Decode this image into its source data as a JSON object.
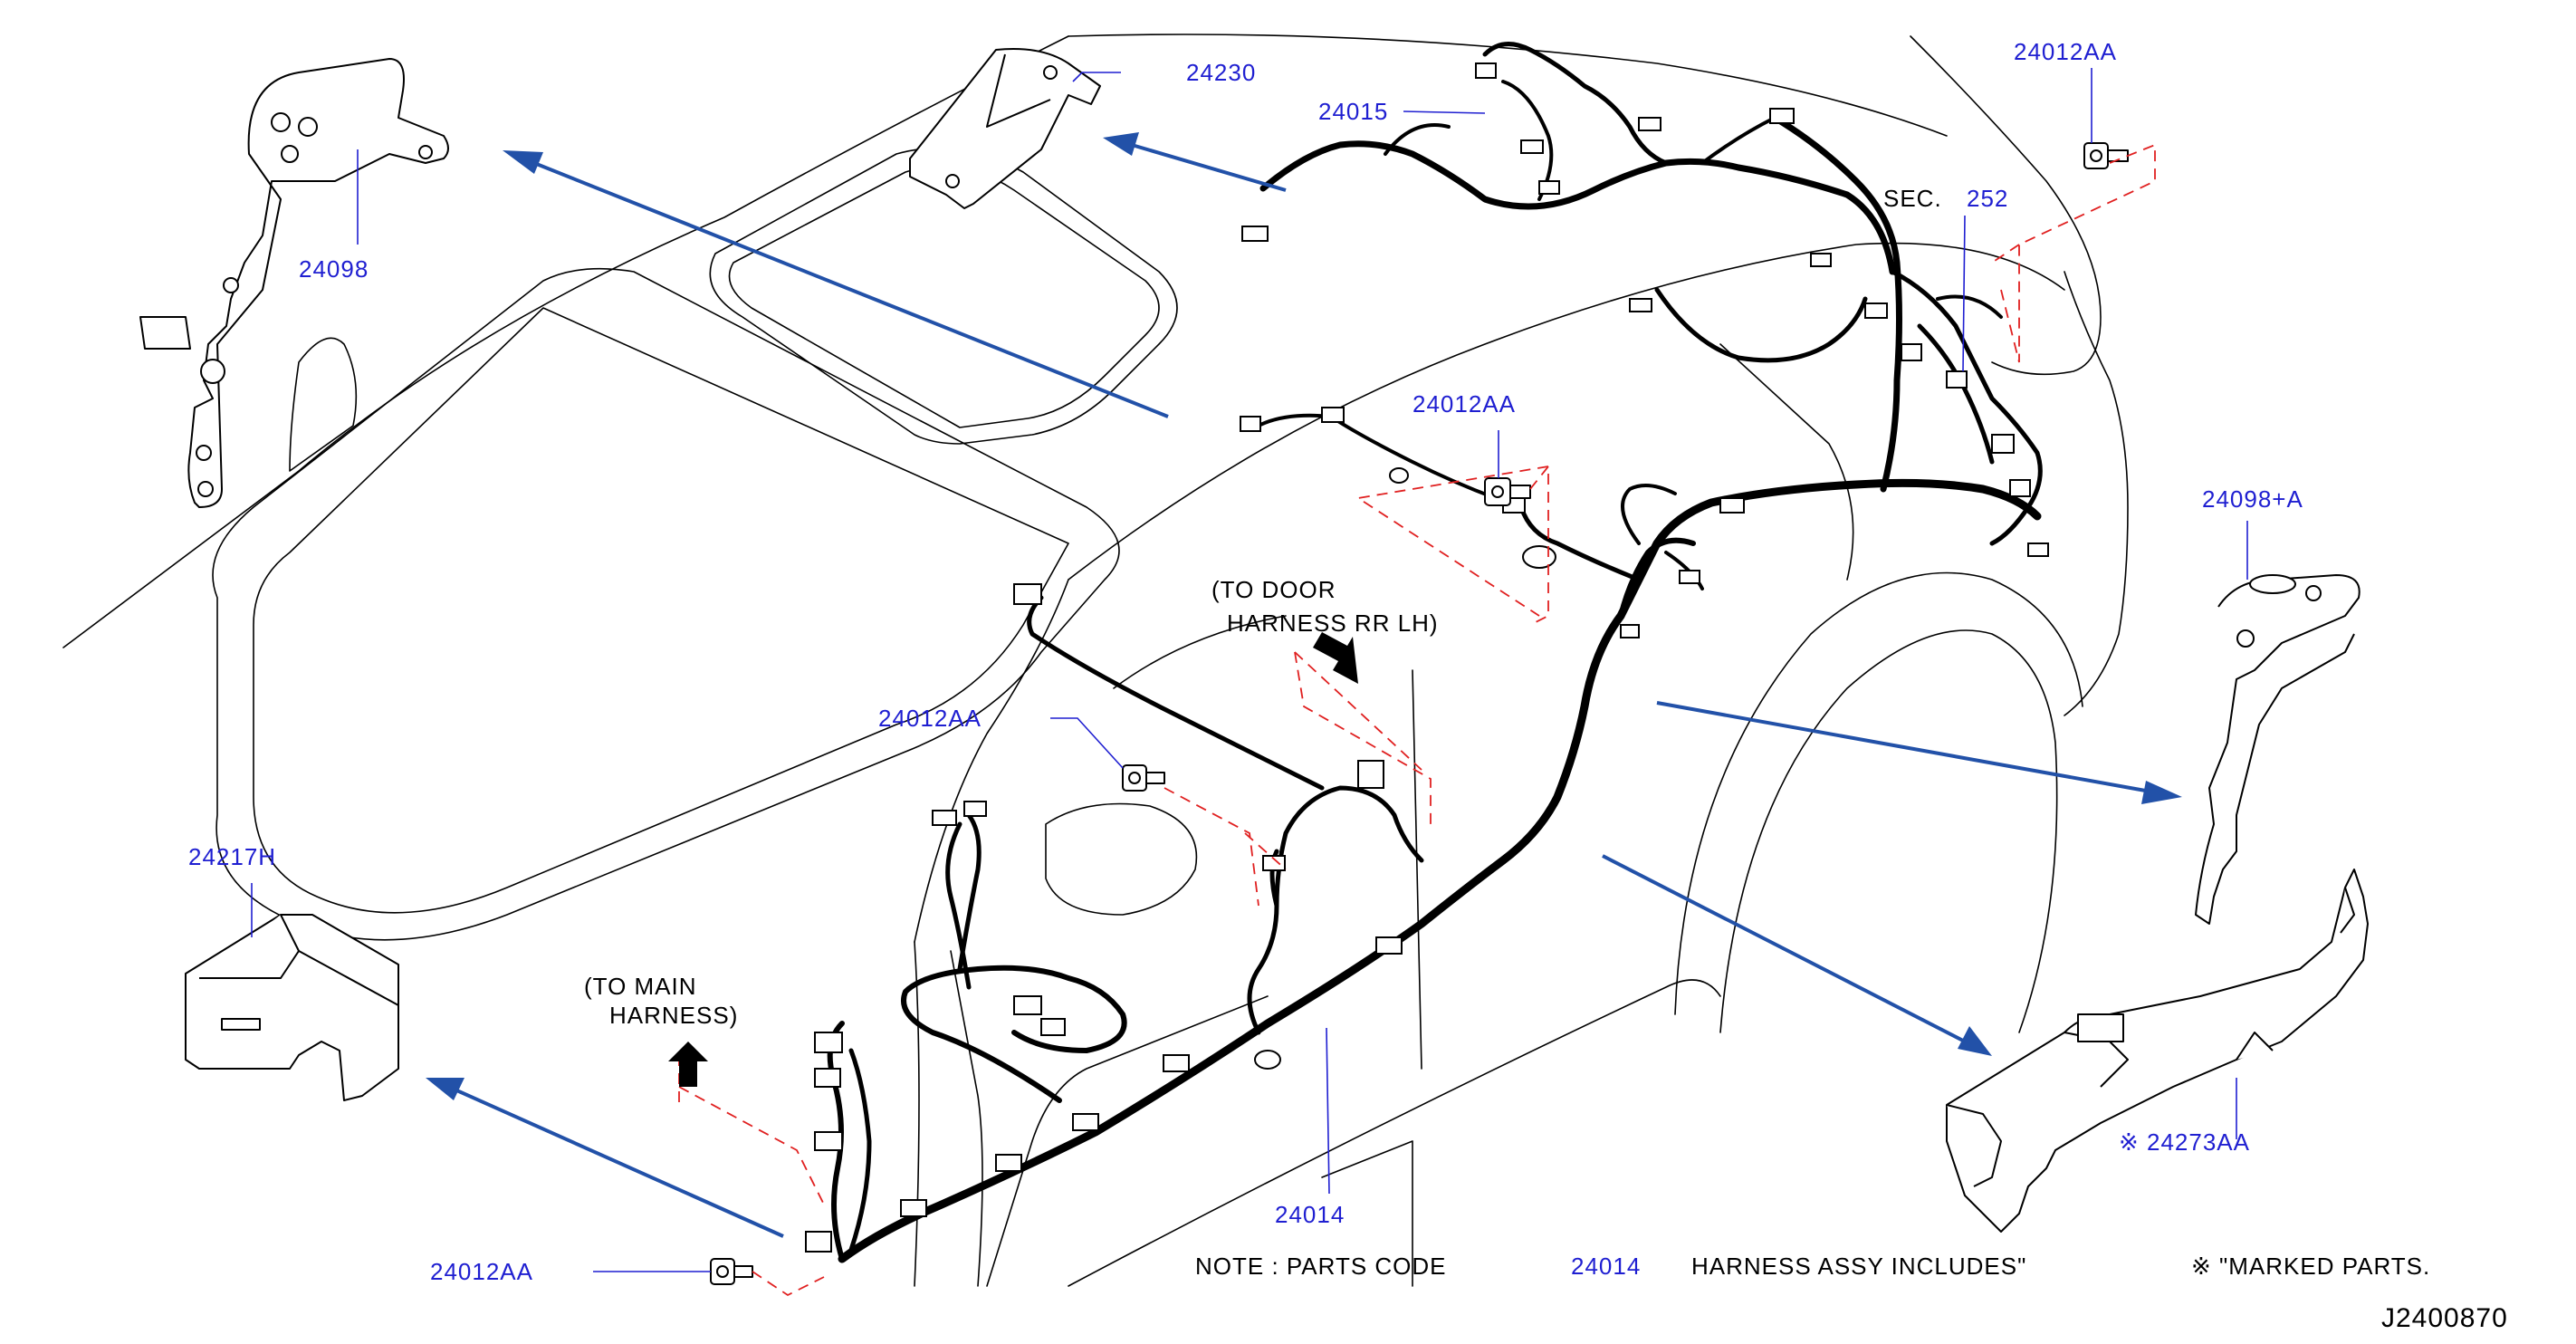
{
  "labels": {
    "p24230": "24230",
    "p24015": "24015",
    "p24012aa_top": "24012AA",
    "p24098": "24098",
    "sec_text": "SEC.",
    "sec_num": "252",
    "p24012aa_mid": "24012AA",
    "p24098a": "24098+A",
    "p24012aa_left": "24012AA",
    "p24217h": "24217H",
    "p24014": "24014",
    "p24273aa": "※ 24273AA",
    "p24012aa_bottom": "24012AA"
  },
  "notes": {
    "door_line1": "(TO  DOOR",
    "door_line2": "HARNESS  RR  LH)",
    "main_line1": "(TO  MAIN",
    "main_line2": "HARNESS)",
    "note_prefix": "NOTE  :  PARTS  CODE",
    "note_code": "24014",
    "note_suffix": "HARNESS  ASSY  INCLUDES\"",
    "note_marked": "※ \"MARKED  PARTS."
  },
  "diagram_code": "J2400870",
  "colors": {
    "part_number": "#1f1fd1",
    "arrow": "#2251a8",
    "dashed_guide": "#e02020",
    "line": "#000000"
  }
}
